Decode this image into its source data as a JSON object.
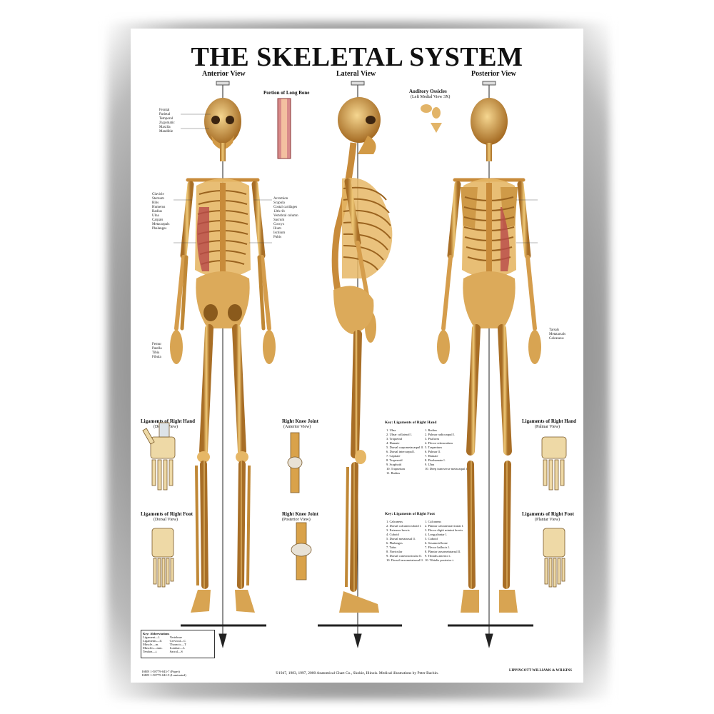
{
  "poster": {
    "title": "THE SKELETAL SYSTEM",
    "views": {
      "anterior": "Anterior View",
      "lateral": "Lateral View",
      "posterior": "Posterior View"
    },
    "insets": {
      "long_bone": "Portion of Long Bone",
      "auditory": "Auditory Ossicles",
      "auditory_sub": "(Left Medial View 3X)",
      "hand_dorsal": "Ligaments of Right Hand",
      "hand_dorsal_sub": "(Dorsal View)",
      "hand_palmar": "Ligaments of Right Hand",
      "hand_palmar_sub": "(Palmar View)",
      "knee_anterior": "Right Knee Joint",
      "knee_anterior_sub": "(Anterior View)",
      "knee_posterior": "Right Knee Joint",
      "knee_posterior_sub": "(Posterior View)",
      "foot_dorsal": "Ligaments of Right Foot",
      "foot_dorsal_sub": "(Dorsal View)",
      "foot_plantar": "Ligaments of Right Foot",
      "foot_plantar_sub": "(Plantar View)",
      "key_hand": "Key: Ligaments of Right Hand",
      "key_foot": "Key: Ligaments of Right Foot"
    },
    "labels_left": [
      "Frontal",
      "Parietal",
      "Temporal",
      "Zygomatic",
      "Maxilla",
      "Mandible",
      "Clavicle",
      "Sternum",
      "Ribs",
      "Humerus",
      "Radius",
      "Ulna",
      "Carpals",
      "Metacarpals",
      "Phalanges",
      "Femur",
      "Patella",
      "Tibia",
      "Fibula"
    ],
    "labels_right": [
      "Acromion",
      "Scapula",
      "Costal cartilages",
      "12th rib",
      "Vertebral column",
      "Sacrum",
      "Coccyx",
      "Ilium",
      "Ischium",
      "Pubis",
      "Tarsals",
      "Metatarsals",
      "Calcaneus"
    ],
    "key_hand_dorsal": [
      "1. Ulna",
      "2. Ulnar collateral l.",
      "3. Triquetral",
      "4. Hamate",
      "5. Dorsal carpometacarpal ll.",
      "6. Dorsal intercarpal l.",
      "7. Capitate",
      "8. Trapezoid",
      "9. Scaphoid",
      "10. Trapezium",
      "11. Radius"
    ],
    "key_hand_palmar": [
      "1. Radius",
      "2. Palmar radiocarpal l.",
      "3. Pisiform",
      "4. Flexor retinaculum",
      "5. Trapezium",
      "6. Palmar ll.",
      "7. Hamate",
      "8. Pisohamate l.",
      "9. Ulna",
      "10. Deep transverse metacarpal ll."
    ],
    "key_foot_dorsal": [
      "1. Calcaneus",
      "2. Dorsal calcaneocuboid l.",
      "3. Extensor brevis",
      "4. Cuboid",
      "5. Dorsal metatarsal ll.",
      "6. Phalanges",
      "7. Talus",
      "8. Navicular",
      "9. Dorsal cuneonavicular ll.",
      "10. Dorsal tarsometatarsal ll."
    ],
    "key_foot_plantar": [
      "1. Calcaneus",
      "2. Plantar calcaneonavicular l.",
      "3. Flexor digiti minimi brevis",
      "4. Long plantar l.",
      "5. Cuboid",
      "6. Sesamoid bone",
      "7. Flexor hallucis l.",
      "8. Plantar tarsometatarsal ll.",
      "9. Tibialis anterior t.",
      "10. Tibialis posterior t."
    ],
    "abbrev_title": "Key: Abbreviations",
    "abbrev": [
      "Ligament—l.",
      "Ligaments—ll.",
      "Muscle—m.",
      "Muscles—mm.",
      "Tendon—t.",
      "Vertebrae",
      "Cervical—C",
      "Thoracic—T",
      "Lumbar—L",
      "Sacral—S"
    ],
    "footer": "©1947, 1983, 1997, 2000 Anatomical Chart Co., Skokie, Illinois. Medical illustrations by Peter Bachin.",
    "isbn": [
      "ISBN 1-58779-043-7 (Paper)",
      "ISBN 1-58779-042-9 (Laminated)"
    ],
    "publisher": "LIPPINCOTT WILLIAMS & WILKINS",
    "colors": {
      "bone": "#d9a24a",
      "bone_dark": "#8a5a1c",
      "bone_light": "#f1cf85",
      "muscle": "#b84a4a"
    }
  }
}
